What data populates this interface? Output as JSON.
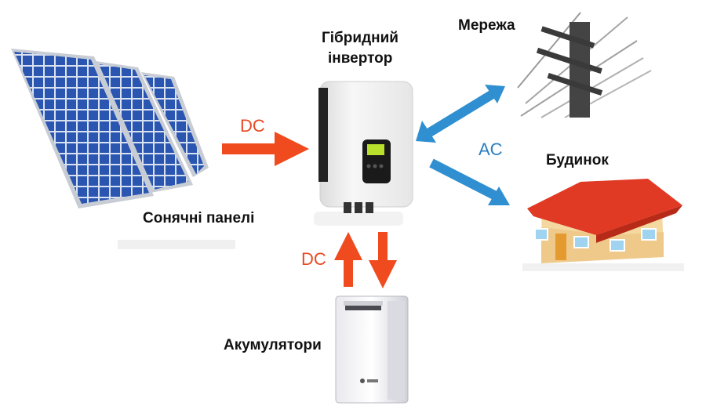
{
  "labels": {
    "solar": "Сонячні панелі",
    "inverter_line1": "Гібридний",
    "inverter_line2": "інвертор",
    "grid": "Мережа",
    "house": "Будинок",
    "battery": "Акумулятори"
  },
  "flows": {
    "dc_top": "DC",
    "dc_bottom": "DC",
    "ac": "AC"
  },
  "colors": {
    "dc_arrow": "#f04a1f",
    "ac_arrow": "#2f8fd0",
    "dc_text": "#e84a22",
    "ac_text": "#2c7fc0",
    "roof": "#e03a25",
    "panel_cell": "#2a55b0"
  },
  "icons": [
    "solar-panel-icon",
    "hybrid-inverter-icon",
    "power-grid-pole-icon",
    "house-icon",
    "battery-icon"
  ]
}
